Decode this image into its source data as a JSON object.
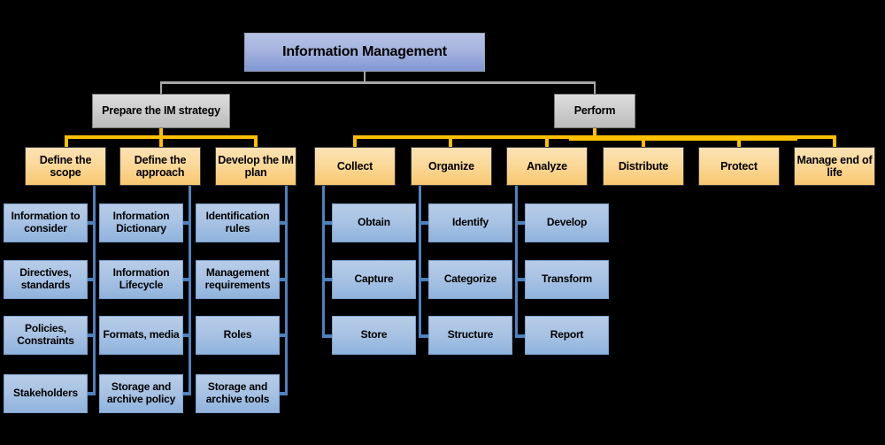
{
  "diagram": {
    "title": "Information Management",
    "colors": {
      "background": "#000000",
      "root_box": "#a6b4de",
      "level2_box": "#d0d0d0",
      "level3_box": "#fbd999",
      "level4_box": "#a9c3e4",
      "grey_connector": "#a6a6a6",
      "orange_connector": "#ffc000",
      "blue_connector": "#4f81bd"
    },
    "root": {
      "label": "Information Management"
    },
    "branches": [
      {
        "label": "Prepare the IM strategy",
        "children": [
          {
            "label": "Define the scope",
            "items": [
              "Information to consider",
              "Directives, standards",
              "Policies, Constraints",
              "Stakeholders"
            ]
          },
          {
            "label": "Define the approach",
            "items": [
              "Information Dictionary",
              "Information Lifecycle",
              "Formats, media",
              "Storage and archive policy"
            ]
          },
          {
            "label": "Develop the IM plan",
            "items": [
              "Identification rules",
              "Management requirements",
              "Roles",
              "Storage and archive tools"
            ]
          }
        ]
      },
      {
        "label": "Perform",
        "children": [
          {
            "label": "Collect",
            "items": [
              "Obtain",
              "Capture",
              "Store"
            ]
          },
          {
            "label": "Organize",
            "items": [
              "Identify",
              "Categorize",
              "Structure"
            ]
          },
          {
            "label": "Analyze",
            "items": [
              "Develop",
              "Transform",
              "Report"
            ]
          },
          {
            "label": "Distribute",
            "items": []
          },
          {
            "label": "Protect",
            "items": []
          },
          {
            "label": "Manage end of life",
            "items": []
          }
        ]
      }
    ]
  }
}
